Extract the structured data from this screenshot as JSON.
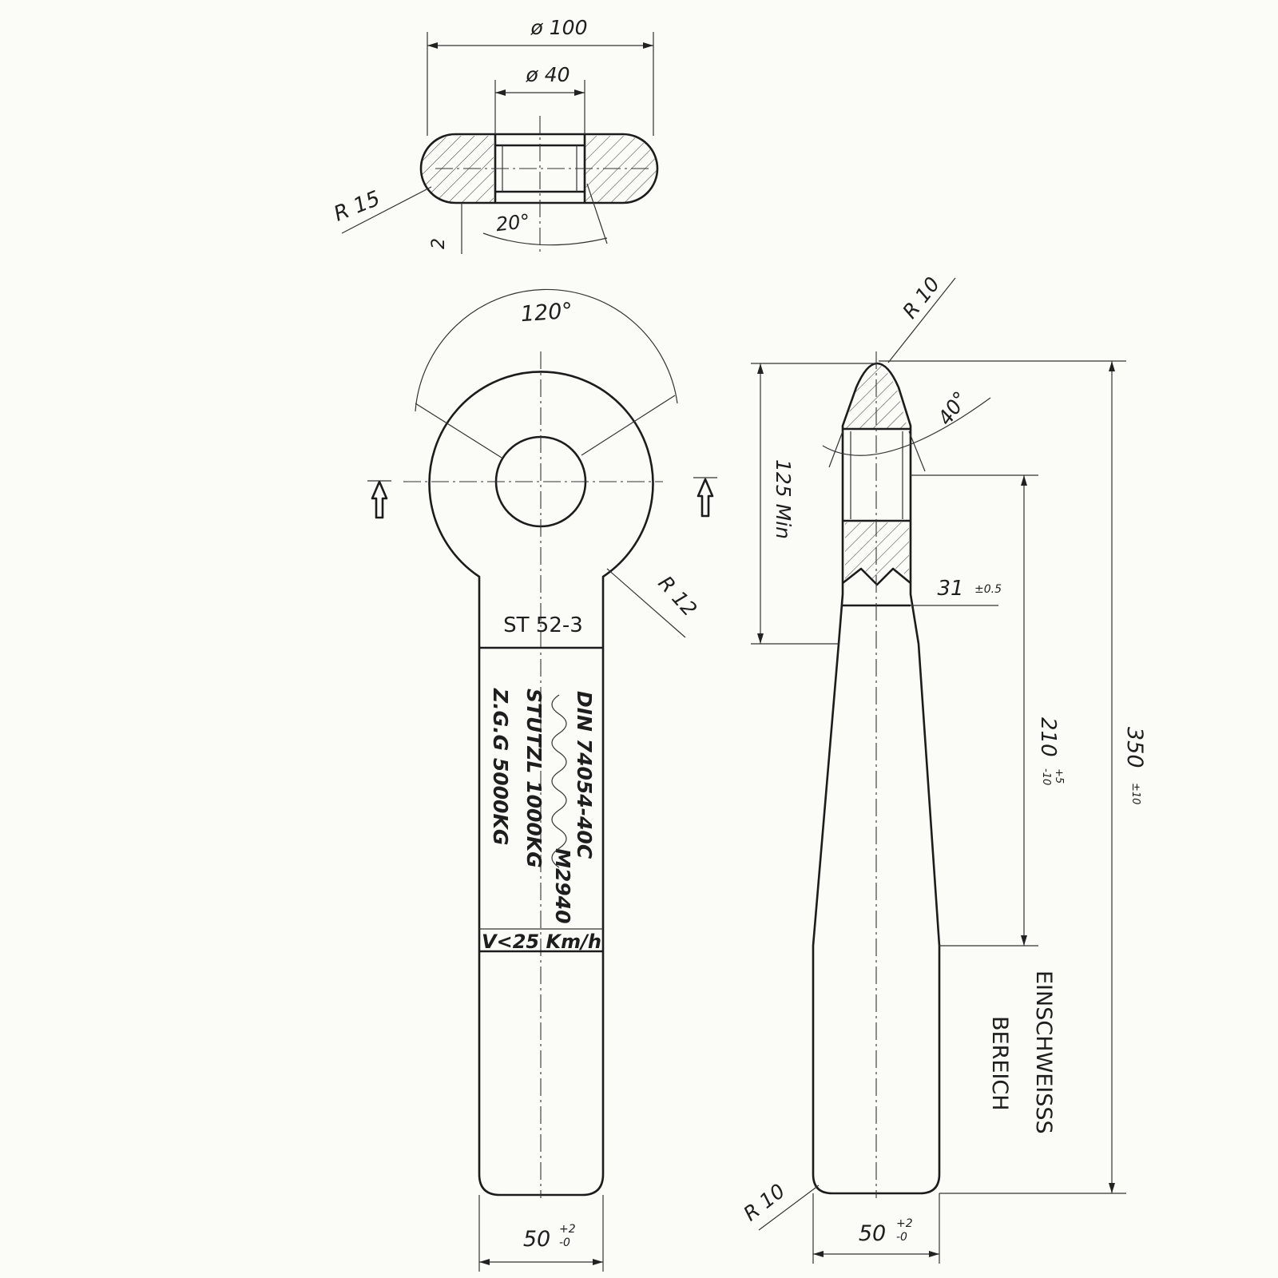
{
  "top_view": {
    "dia_outer": "ø 100",
    "dia_inner": "ø 40",
    "radius": "R 15",
    "angle": "20°",
    "offset": "2"
  },
  "front_view": {
    "angle": "120°",
    "fillet": "R 12",
    "material": "ST 52-3",
    "marking": [
      "DIN 74054-40C",
      "M2940",
      "STUTZL 1000KG",
      "Z.G.G 5000KG",
      "V<25 Km/h"
    ],
    "width": "50",
    "width_tol_upper": "+2",
    "width_tol_lower": "-0"
  },
  "side_view": {
    "tip_radius": "R 10",
    "angle": "40°",
    "min_length": "125 Min",
    "thickness": "31",
    "thickness_tol": "±0.5",
    "length": "210",
    "length_tol_upper": "+5",
    "length_tol_lower": "-10",
    "overall": "350",
    "overall_tol": "±10",
    "weld_zone_1": "EINSCHWEISSS",
    "weld_zone_2": "BEREICH",
    "bottom_radius": "R 10",
    "width": "50",
    "width_tol_upper": "+2",
    "width_tol_lower": "-0"
  }
}
